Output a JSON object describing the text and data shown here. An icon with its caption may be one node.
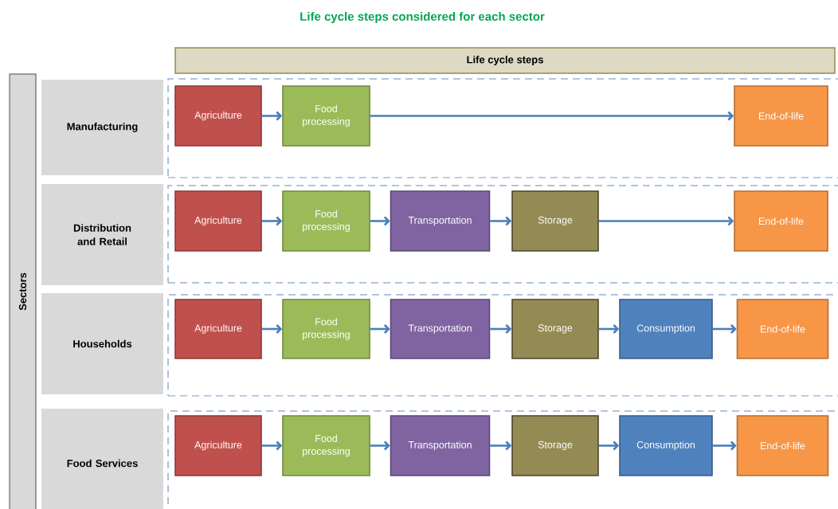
{
  "diagram": {
    "title": "Life cycle steps considered for each sector",
    "nodes": [
      {
        "text": [
          "Life cycle steps"
        ]
      },
      {
        "text": [
          "Sectors"
        ]
      },
      {
        "text": [
          "Manufacturing"
        ]
      },
      {
        "text": [],
        "shape": "box"
      },
      {
        "text": [
          "Agriculture"
        ],
        "in": 3
      },
      {
        "text": [
          "Food processing"
        ],
        "in": 3
      },
      {
        "text": [
          "End-of-life"
        ],
        "in": 3
      },
      {
        "text": [
          "Distribution and Retail"
        ]
      },
      {
        "text": [],
        "shape": "box"
      },
      {
        "text": [
          "Agriculture"
        ],
        "in": 8
      },
      {
        "text": [
          "Food processing"
        ],
        "in": 8
      },
      {
        "text": [
          "Transportation"
        ],
        "in": 8
      },
      {
        "text": [
          "Storage"
        ],
        "in": 8
      },
      {
        "text": [
          "End-of-life"
        ],
        "in": 8
      },
      {
        "text": [
          "Households"
        ]
      },
      {
        "text": [],
        "shape": "box"
      },
      {
        "text": [
          "Agriculture"
        ],
        "in": 15
      },
      {
        "text": [
          "Food processing"
        ],
        "in": 15
      },
      {
        "text": [
          "Transportation"
        ],
        "in": 15
      },
      {
        "text": [
          "Storage"
        ],
        "in": 15
      },
      {
        "text": [
          "Consumption"
        ],
        "in": 15
      },
      {
        "text": [
          "End-of-life"
        ],
        "in": 15
      },
      {
        "text": [
          "Food Services"
        ]
      },
      {
        "text": [],
        "shape": "box"
      },
      {
        "text": [
          "Agriculture"
        ],
        "in": 23
      },
      {
        "text": [
          "Food processing"
        ],
        "in": 23
      },
      {
        "text": [
          "Transportation"
        ],
        "in": 23
      },
      {
        "text": [
          "Storage"
        ],
        "in": 23
      },
      {
        "text": [
          "Consumption"
        ],
        "in": 23
      },
      {
        "text": [
          "End-of-life"
        ],
        "in": 23
      }
    ],
    "edges": [
      {
        "from": 4,
        "to": 5,
        "arrow": "to"
      },
      {
        "from": 5,
        "to": 6,
        "arrow": "to"
      },
      {
        "from": 9,
        "to": 10,
        "arrow": "to"
      },
      {
        "from": 10,
        "to": 11,
        "arrow": "to"
      },
      {
        "from": 11,
        "to": 12,
        "arrow": "to"
      },
      {
        "from": 12,
        "to": 13,
        "arrow": "to"
      },
      {
        "from": 16,
        "to": 17,
        "arrow": "to"
      },
      {
        "from": 17,
        "to": 18,
        "arrow": "to"
      },
      {
        "from": 18,
        "to": 19,
        "arrow": "to"
      },
      {
        "from": 19,
        "to": 20,
        "arrow": "to"
      },
      {
        "from": 20,
        "to": 21,
        "arrow": "to"
      },
      {
        "from": 24,
        "to": 25,
        "arrow": "to"
      },
      {
        "from": 25,
        "to": 26,
        "arrow": "to"
      },
      {
        "from": 26,
        "to": 27,
        "arrow": "to"
      },
      {
        "from": 27,
        "to": 28,
        "arrow": "to"
      },
      {
        "from": 28,
        "to": 29,
        "arrow": "to"
      }
    ]
  }
}
